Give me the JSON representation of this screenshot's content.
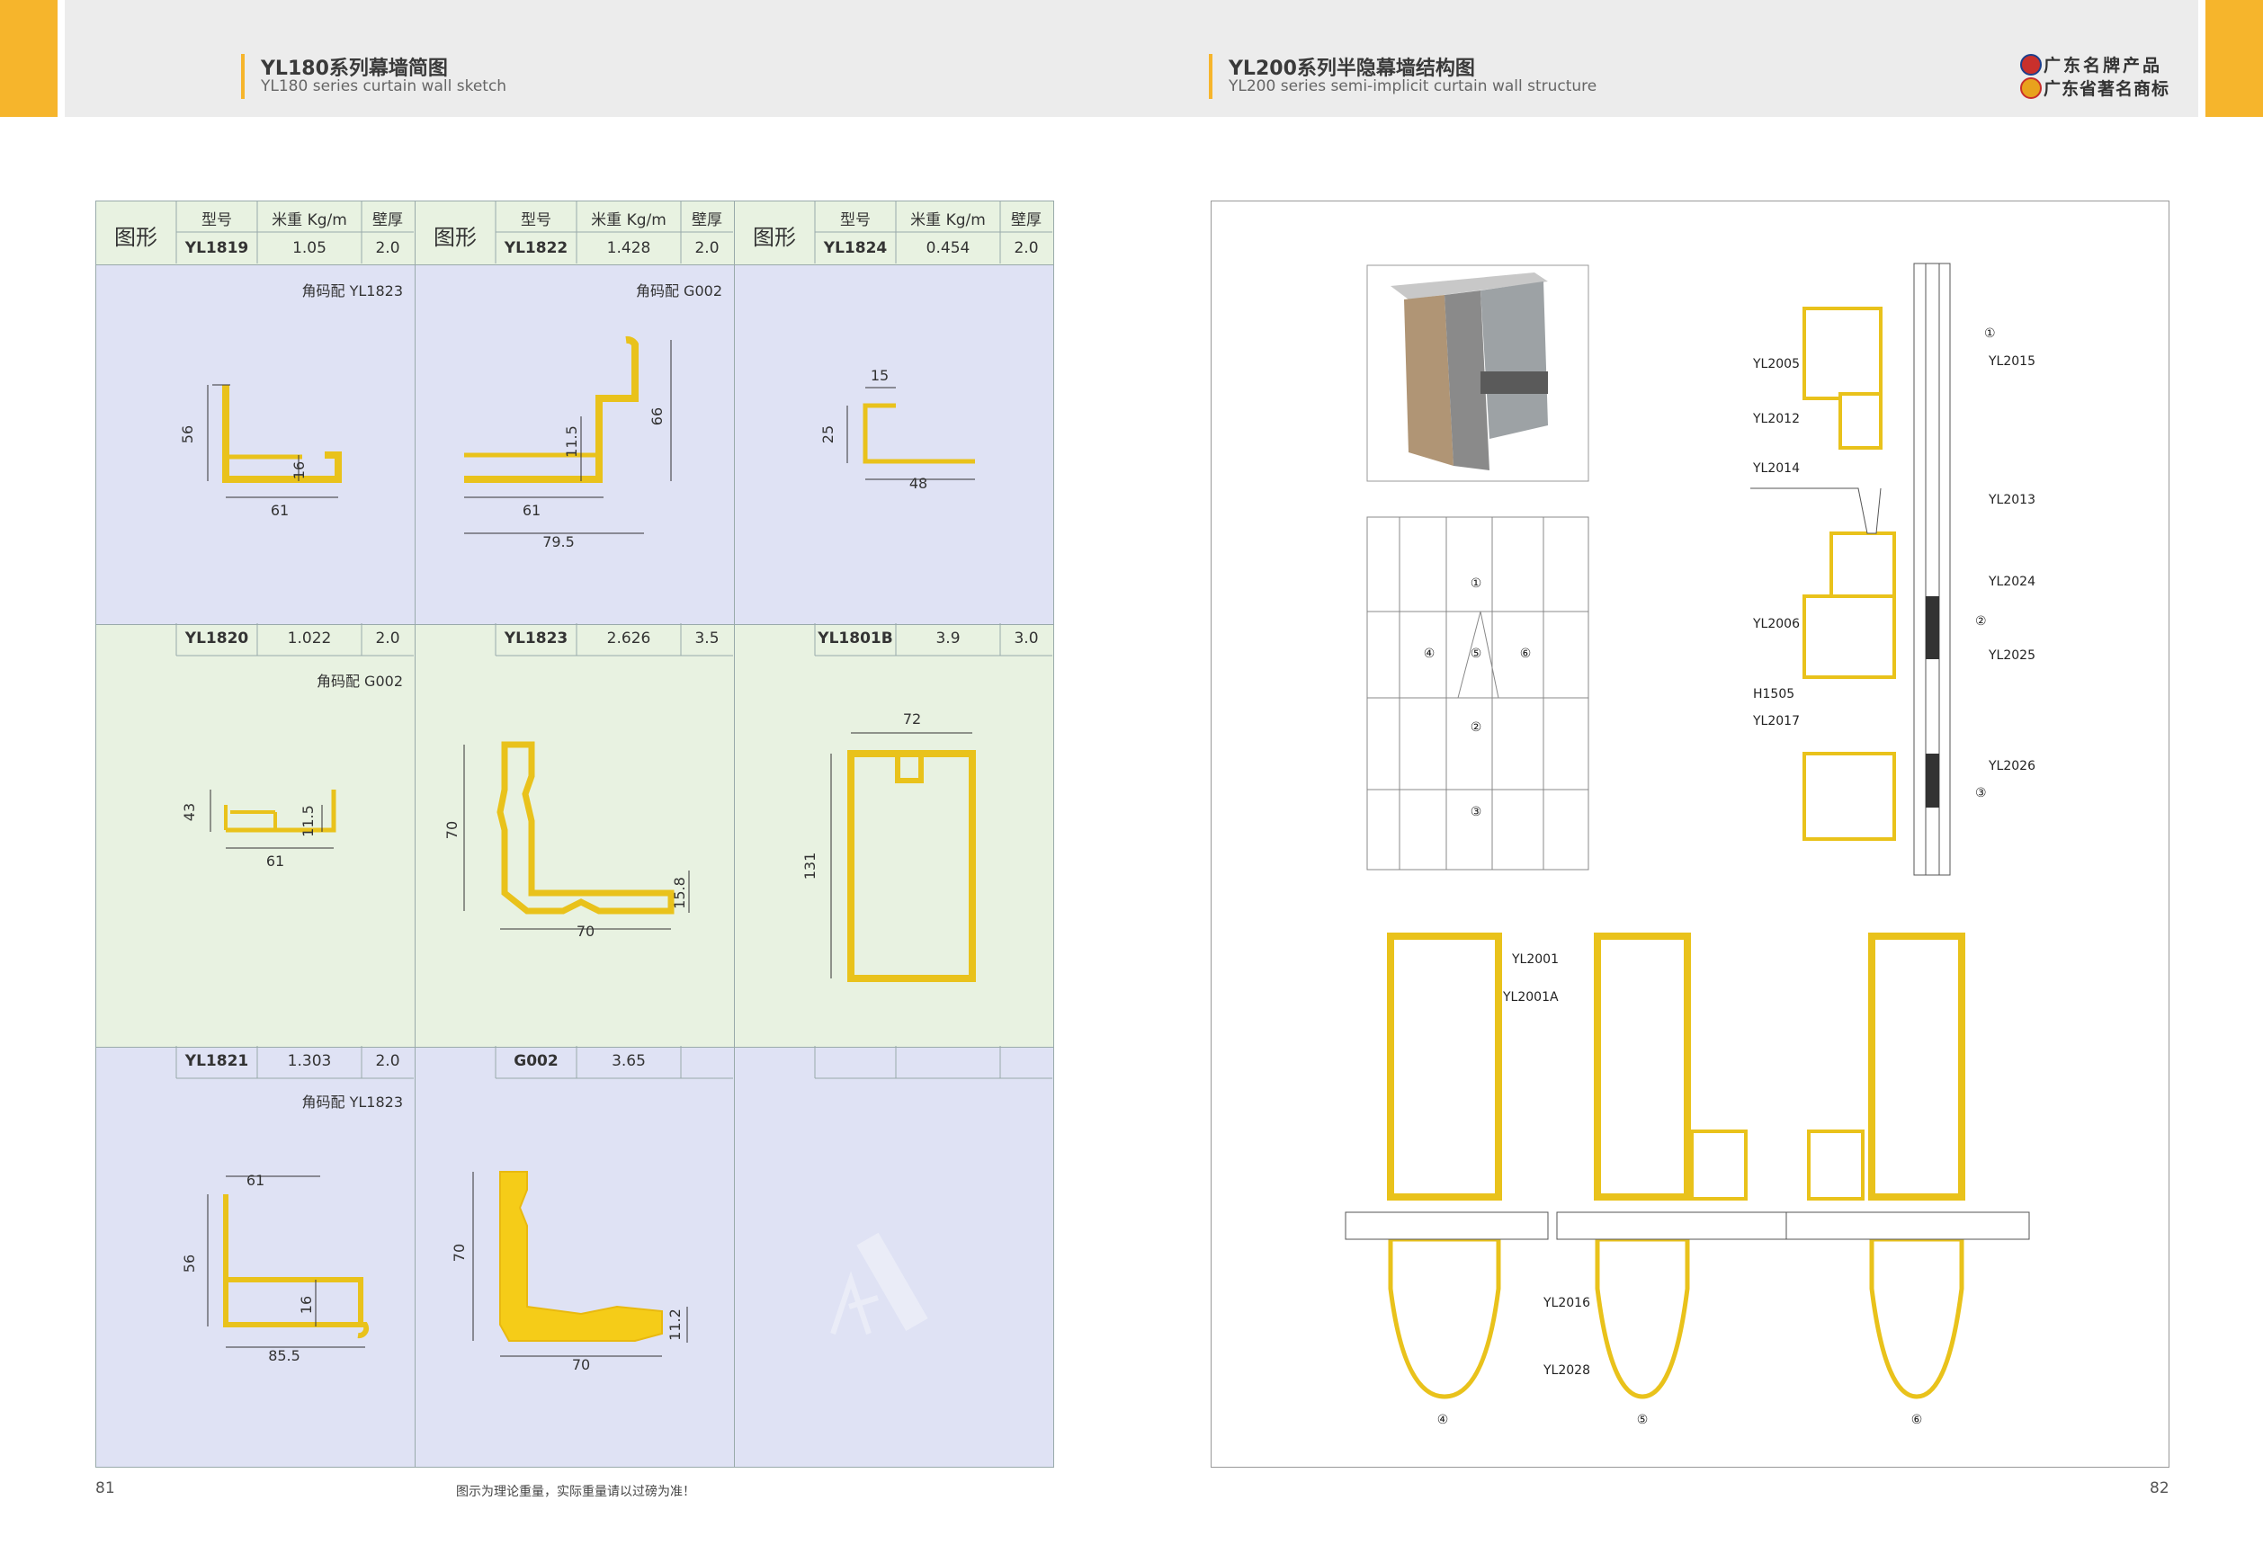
{
  "header": {
    "left_title": "YL180系列幕墙简图",
    "left_subtitle": "YL180 series curtain wall sketch",
    "right_title": "YL200系列半隐幕墙结构图",
    "right_subtitle": "YL200 series semi-implicit curtain wall structure",
    "brand_line1": "广东名牌产品",
    "brand_line2": "广东省著名商标"
  },
  "table": {
    "shape_label": "图形",
    "col_model": "型号",
    "col_weight": "米重 Kg/m",
    "col_thickness": "壁厚",
    "rows": [
      {
        "model": "YL1819",
        "weight": "1.05",
        "thick": "2.0",
        "note": "角码配 YL1823"
      },
      {
        "model": "YL1822",
        "weight": "1.428",
        "thick": "2.0",
        "note": "角码配 G002"
      },
      {
        "model": "YL1824",
        "weight": "0.454",
        "thick": "2.0",
        "note": ""
      },
      {
        "model": "YL1820",
        "weight": "1.022",
        "thick": "2.0",
        "note": "角码配 G002"
      },
      {
        "model": "YL1823",
        "weight": "2.626",
        "thick": "3.5",
        "note": ""
      },
      {
        "model": "YL1801B",
        "weight": "3.9",
        "thick": "3.0",
        "note": ""
      },
      {
        "model": "YL1821",
        "weight": "1.303",
        "thick": "2.0",
        "note": "角码配 YL1823"
      },
      {
        "model": "G002",
        "weight": "3.65",
        "thick": "",
        "note": ""
      },
      {
        "model": "",
        "weight": "",
        "thick": "",
        "note": ""
      }
    ],
    "dims": {
      "yl1819": [
        "56",
        "16",
        "61"
      ],
      "yl1822": [
        "66",
        "11.5",
        "61",
        "79.5"
      ],
      "yl1824": [
        "15",
        "25",
        "48"
      ],
      "yl1820": [
        "43",
        "11.5",
        "61"
      ],
      "yl1823": [
        "70",
        "15.8",
        "70"
      ],
      "yl1801b": [
        "72",
        "131"
      ],
      "yl1821": [
        "61",
        "56",
        "16",
        "85.5"
      ],
      "g002": [
        "70",
        "70",
        "11.2"
      ]
    }
  },
  "right": {
    "labels": [
      "YL2005",
      "YL2015",
      "YL2012",
      "YL2014",
      "YL2013",
      "YL2024",
      "YL2006",
      "YL2025",
      "H1505",
      "YL2017",
      "YL2026",
      "YL2001",
      "YL2001A",
      "YL2016",
      "YL2028"
    ],
    "markers": [
      "①",
      "②",
      "③",
      "④",
      "⑤",
      "⑥"
    ]
  },
  "footer": {
    "left_page": "81",
    "right_page": "82",
    "note": "图示为理论重量，实际重量请以过磅为准！"
  },
  "colors": {
    "accent": "#f6b52c",
    "profile": "#e9c21b",
    "cell_blue": "#dfe2f4",
    "cell_green": "#e8f2e1"
  }
}
